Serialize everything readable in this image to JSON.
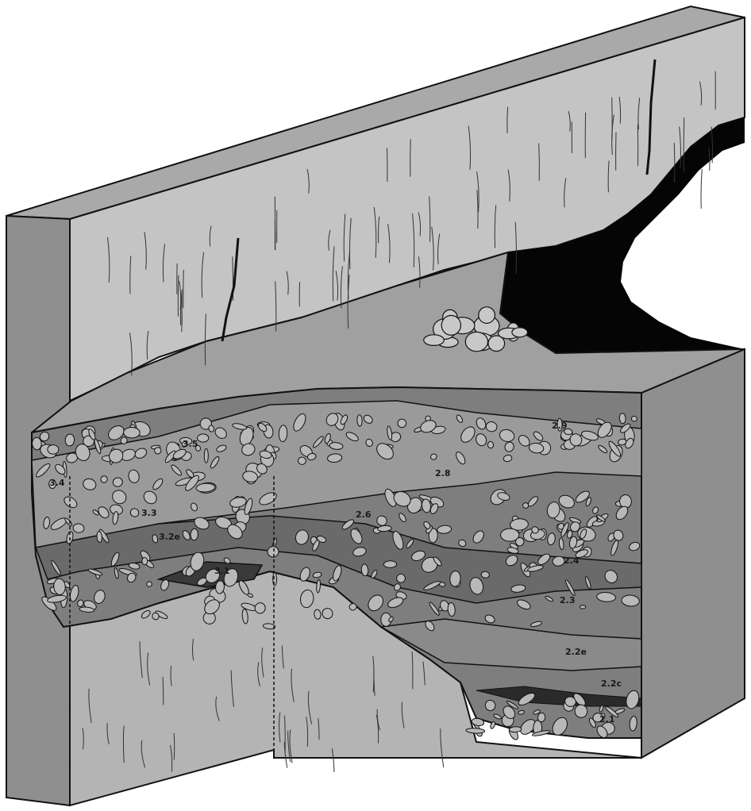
{
  "diagram": {
    "layer_labels": [
      {
        "id": "l35a",
        "text": "3.5"
      },
      {
        "id": "l34",
        "text": "3.4"
      },
      {
        "id": "l33",
        "text": "3.3"
      },
      {
        "id": "l32e",
        "text": "3.2e"
      },
      {
        "id": "l31",
        "text": "3.1"
      },
      {
        "id": "l29",
        "text": "2.9"
      },
      {
        "id": "l28",
        "text": "2.8"
      },
      {
        "id": "l26",
        "text": "2.6"
      },
      {
        "id": "l24",
        "text": "2.4"
      },
      {
        "id": "l23",
        "text": "2.3"
      },
      {
        "id": "l22e",
        "text": "2.2e"
      },
      {
        "id": "l22c",
        "text": "2.2c"
      },
      {
        "id": "l21",
        "text": "2.1"
      }
    ],
    "colors": {
      "rock_face": "#c4c4c4",
      "rock_top": "#a9a9a9",
      "rock_side": "#8f8f8f",
      "sediment_light": "#9a9a9a",
      "sediment_mid": "#7e7e7e",
      "sediment_dark": "#5f5f5f",
      "cave_void": "#050505",
      "outline": "#111111"
    }
  }
}
